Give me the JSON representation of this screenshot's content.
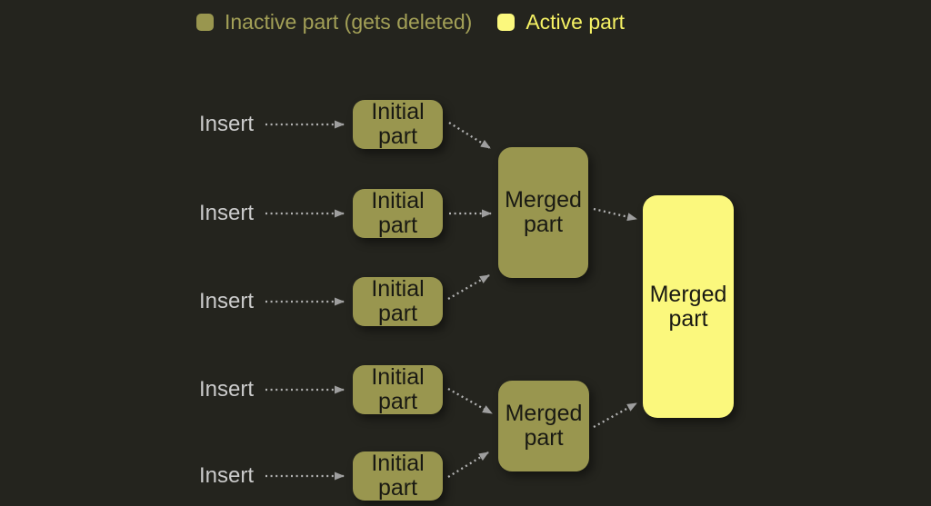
{
  "legend": {
    "inactive_label": "Inactive part (gets deleted)",
    "active_label": "Active part"
  },
  "colors": {
    "background": "#24241e",
    "inactive_part": "#99964f",
    "active_part": "#fbf87d",
    "legend_inactive_text": "#a3a057",
    "legend_active_text": "#f6f264",
    "insert_text": "#cbcbcb",
    "box_text": "#191913",
    "arrow": "#b3b3b3"
  },
  "diagram": {
    "insert_rows": [
      {
        "label": "Insert",
        "part": "Initial part"
      },
      {
        "label": "Insert",
        "part": "Initial part"
      },
      {
        "label": "Insert",
        "part": "Initial part"
      },
      {
        "label": "Insert",
        "part": "Initial part"
      },
      {
        "label": "Insert",
        "part": "Initial part"
      }
    ],
    "merged_parts": [
      {
        "label": "Merged part",
        "state": "inactive"
      },
      {
        "label": "Merged part",
        "state": "inactive"
      },
      {
        "label": "Merged part",
        "state": "active"
      }
    ]
  }
}
